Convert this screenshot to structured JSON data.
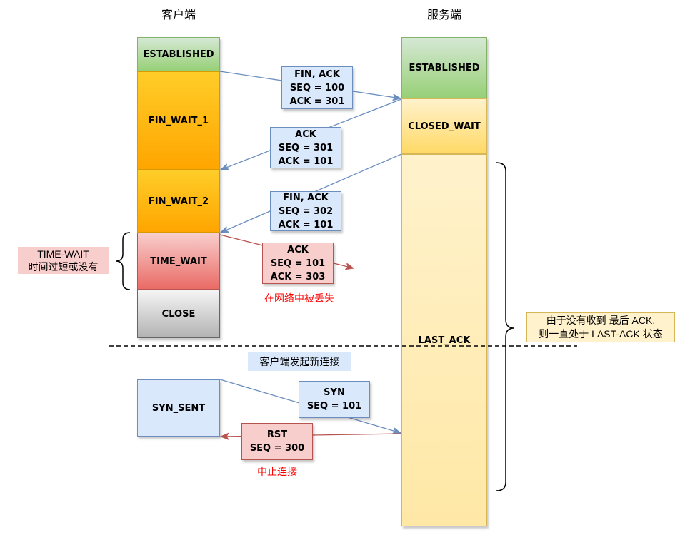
{
  "client": {
    "title": "客户端",
    "states": {
      "established": "ESTABLISHED",
      "fin_wait_1": "FIN_WAIT_1",
      "fin_wait_2": "FIN_WAIT_2",
      "time_wait": "TIME_WAIT",
      "close": "CLOSE",
      "syn_sent": "SYN_SENT"
    }
  },
  "server": {
    "title": "服务端",
    "states": {
      "established": "ESTABLISHED",
      "closed_wait": "CLOSED_WAIT",
      "last_ack": "LAST_ACK"
    }
  },
  "messages": {
    "fin_ack_1": {
      "lines": [
        "FIN, ACK",
        "SEQ = 100",
        "ACK = 301"
      ]
    },
    "ack_1": {
      "lines": [
        "ACK",
        "SEQ = 301",
        "ACK = 101"
      ]
    },
    "fin_ack_2": {
      "lines": [
        "FIN, ACK",
        "SEQ = 302",
        "ACK = 101"
      ]
    },
    "ack_lost": {
      "lines": [
        "ACK",
        "SEQ = 101",
        "ACK = 303"
      ]
    },
    "syn": {
      "lines": [
        "SYN",
        "SEQ = 101"
      ]
    },
    "rst": {
      "lines": [
        "RST",
        "SEQ = 300"
      ]
    }
  },
  "notes": {
    "lost": "在网络中被丢失",
    "abort": "中止连接",
    "new_connection": "客户端发起新连接",
    "time_wait": {
      "lines": [
        "TIME-WAIT",
        "时间过短或没有"
      ]
    },
    "last_ack": {
      "lines": [
        "由于没有收到 最后 ACK,",
        "则一直处于 LAST-ACK 状态"
      ]
    }
  },
  "colors": {
    "message_fill": "#dae8fc",
    "message_border": "#6c8ebf",
    "lost_fill": "#f8cecc",
    "lost_border": "#b85450",
    "arrow_blue": "#6c8ebf",
    "arrow_red": "#b85450",
    "note_text_red": "#ff0000",
    "note_yellow_fill": "#fff2cc",
    "note_yellow_border": "#d6b656",
    "note_pink_fill": "#f8cecc"
  }
}
